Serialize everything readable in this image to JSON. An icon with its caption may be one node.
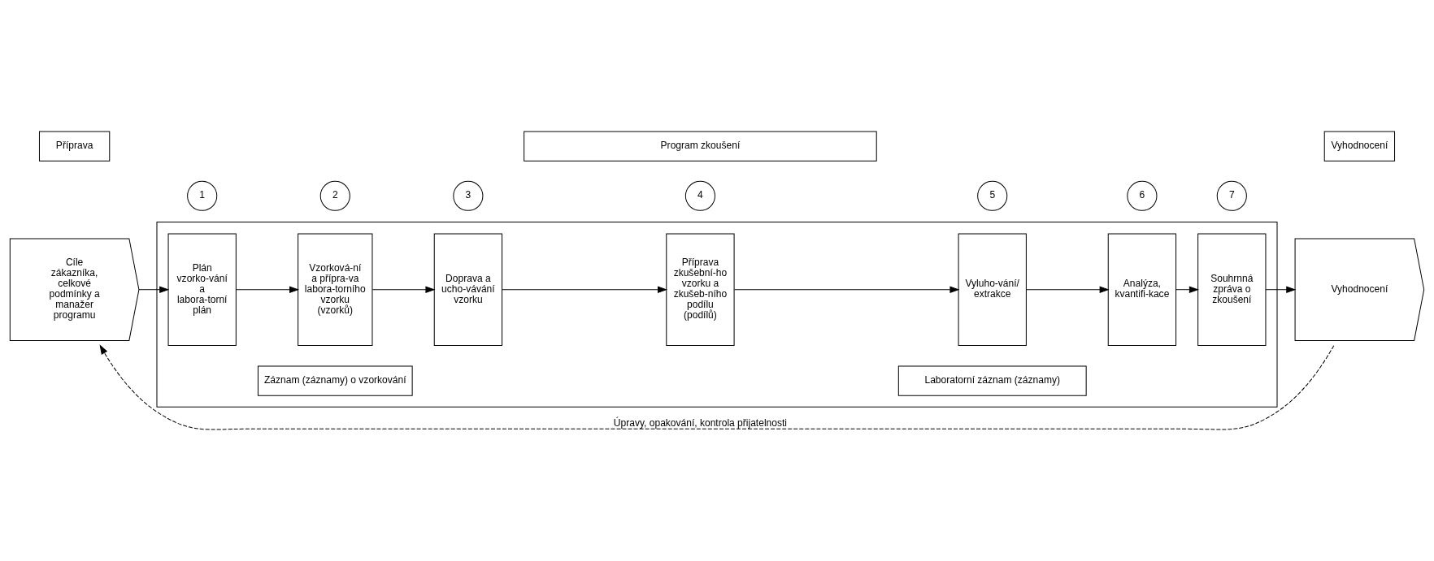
{
  "diagram": {
    "nodes": [
      {
        "text": [
          "Cíle zákazníka, celkové podmínky a manažer programu"
        ]
      },
      {
        "text": [],
        "shape": "box"
      },
      {
        "text": [
          "Plán vzorko-vání a labora-torní plán"
        ],
        "in": 1
      },
      {
        "text": [
          "Vzorková-ní a přípra-va labora-torního vzorku (vzorků)"
        ],
        "in": 1
      },
      {
        "text": [
          "Doprava a ucho-vávání vzorku"
        ],
        "in": 1
      },
      {
        "text": [
          "Příprava zkušební-ho vzorku a zkušeb-ního podílu (podílů)"
        ],
        "in": 1
      },
      {
        "text": [
          "Vyluho-vání/ extrakce"
        ],
        "in": 1
      },
      {
        "text": [
          "Analýza, kvantifi-kace"
        ],
        "in": 1
      },
      {
        "text": [
          "Souhrnná zpráva o zkoušení"
        ],
        "in": 1
      },
      {
        "text": [
          "Záznam (záznamy) o vzorkování"
        ],
        "in": 1
      },
      {
        "text": [
          "Laboratorní záznam (záznamy)"
        ],
        "in": 1
      },
      {
        "text": [
          "Vyhodnocení"
        ]
      },
      {
        "text": [
          "1"
        ]
      },
      {
        "text": [
          "2"
        ]
      },
      {
        "text": [
          "3"
        ]
      },
      {
        "text": [
          "4"
        ]
      },
      {
        "text": [
          "5"
        ]
      },
      {
        "text": [
          "6"
        ]
      },
      {
        "text": [
          "7"
        ]
      },
      {
        "text": [
          "Příprava"
        ]
      },
      {
        "text": [
          "Program zkoušení"
        ]
      },
      {
        "text": [
          "Vyhodnocení"
        ]
      }
    ],
    "edges": [
      {
        "from": 0,
        "to": 2,
        "arrow": "to"
      },
      {
        "from": 2,
        "to": 3,
        "arrow": "to"
      },
      {
        "from": 3,
        "to": 4,
        "arrow": "to"
      },
      {
        "from": 4,
        "to": 5,
        "arrow": "to"
      },
      {
        "from": 5,
        "to": 6,
        "arrow": "to"
      },
      {
        "from": 6,
        "to": 7,
        "arrow": "to"
      },
      {
        "from": 7,
        "to": 8,
        "arrow": "to"
      },
      {
        "from": 8,
        "to": 11,
        "arrow": "to"
      },
      {
        "from": 11,
        "to": 0,
        "arrow": "to",
        "style": "dashed",
        "label": "Úpravy, opakování, kontrola přijatelnosti"
      }
    ]
  }
}
